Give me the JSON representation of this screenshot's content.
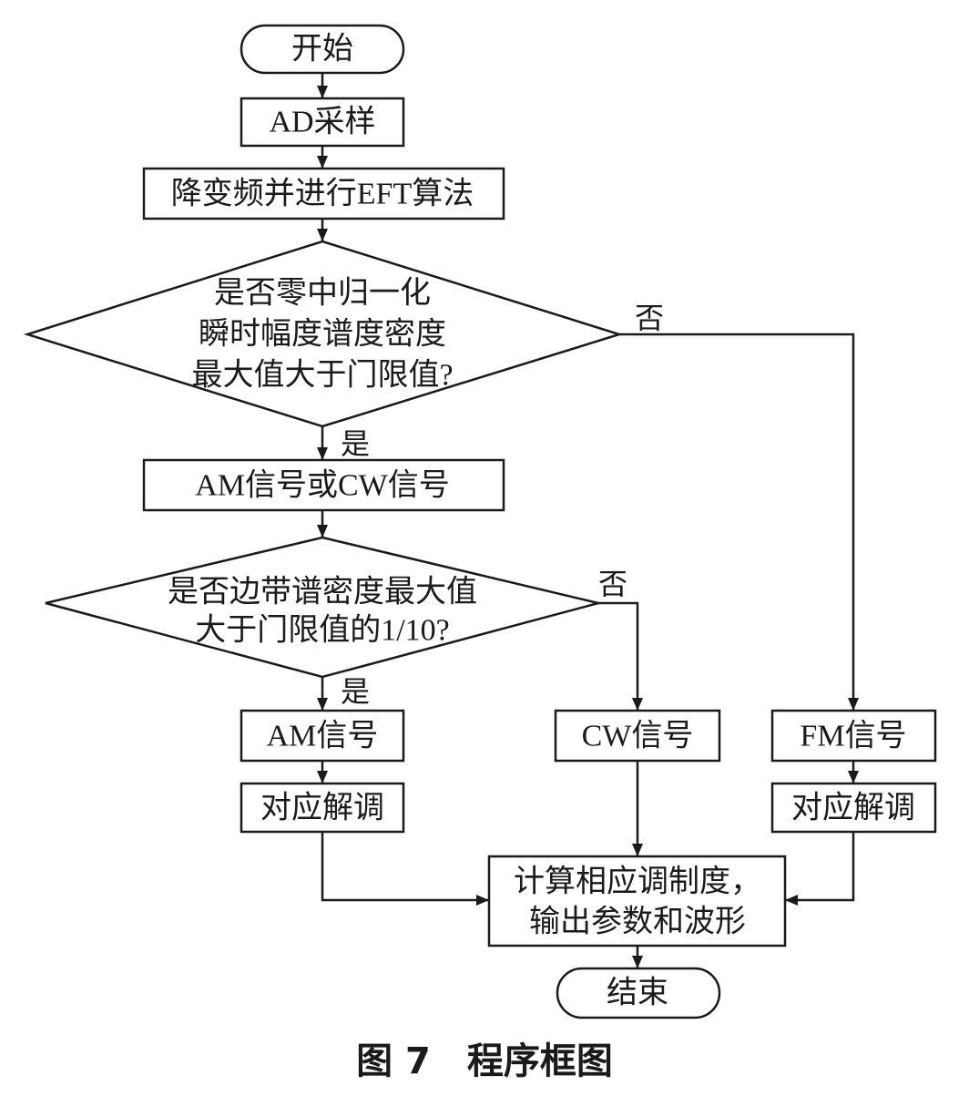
{
  "diagram": {
    "nodes": {
      "start": "开始",
      "ad_sample": "AD采样",
      "downconvert": "降变频并进行EFT算法",
      "decision1": [
        "是否零中归一化",
        "瞬时幅度谱度密度",
        "最大值大于门限值?"
      ],
      "am_or_cw": "AM信号或CW信号",
      "decision2": [
        "是否边带谱密度最大值",
        "大于门限值的1/10?"
      ],
      "am_signal": "AM信号",
      "cw_signal": "CW信号",
      "fm_signal": "FM信号",
      "am_demod": "对应解调",
      "fm_demod": "对应解调",
      "calc": [
        "计算相应调制度，",
        "输出参数和波形"
      ],
      "end": "结束"
    },
    "edge_labels": {
      "decision1_no": "否",
      "decision1_yes": "是",
      "decision2_no": "否",
      "decision2_yes": "是"
    }
  },
  "caption": "图 7　程序框图"
}
